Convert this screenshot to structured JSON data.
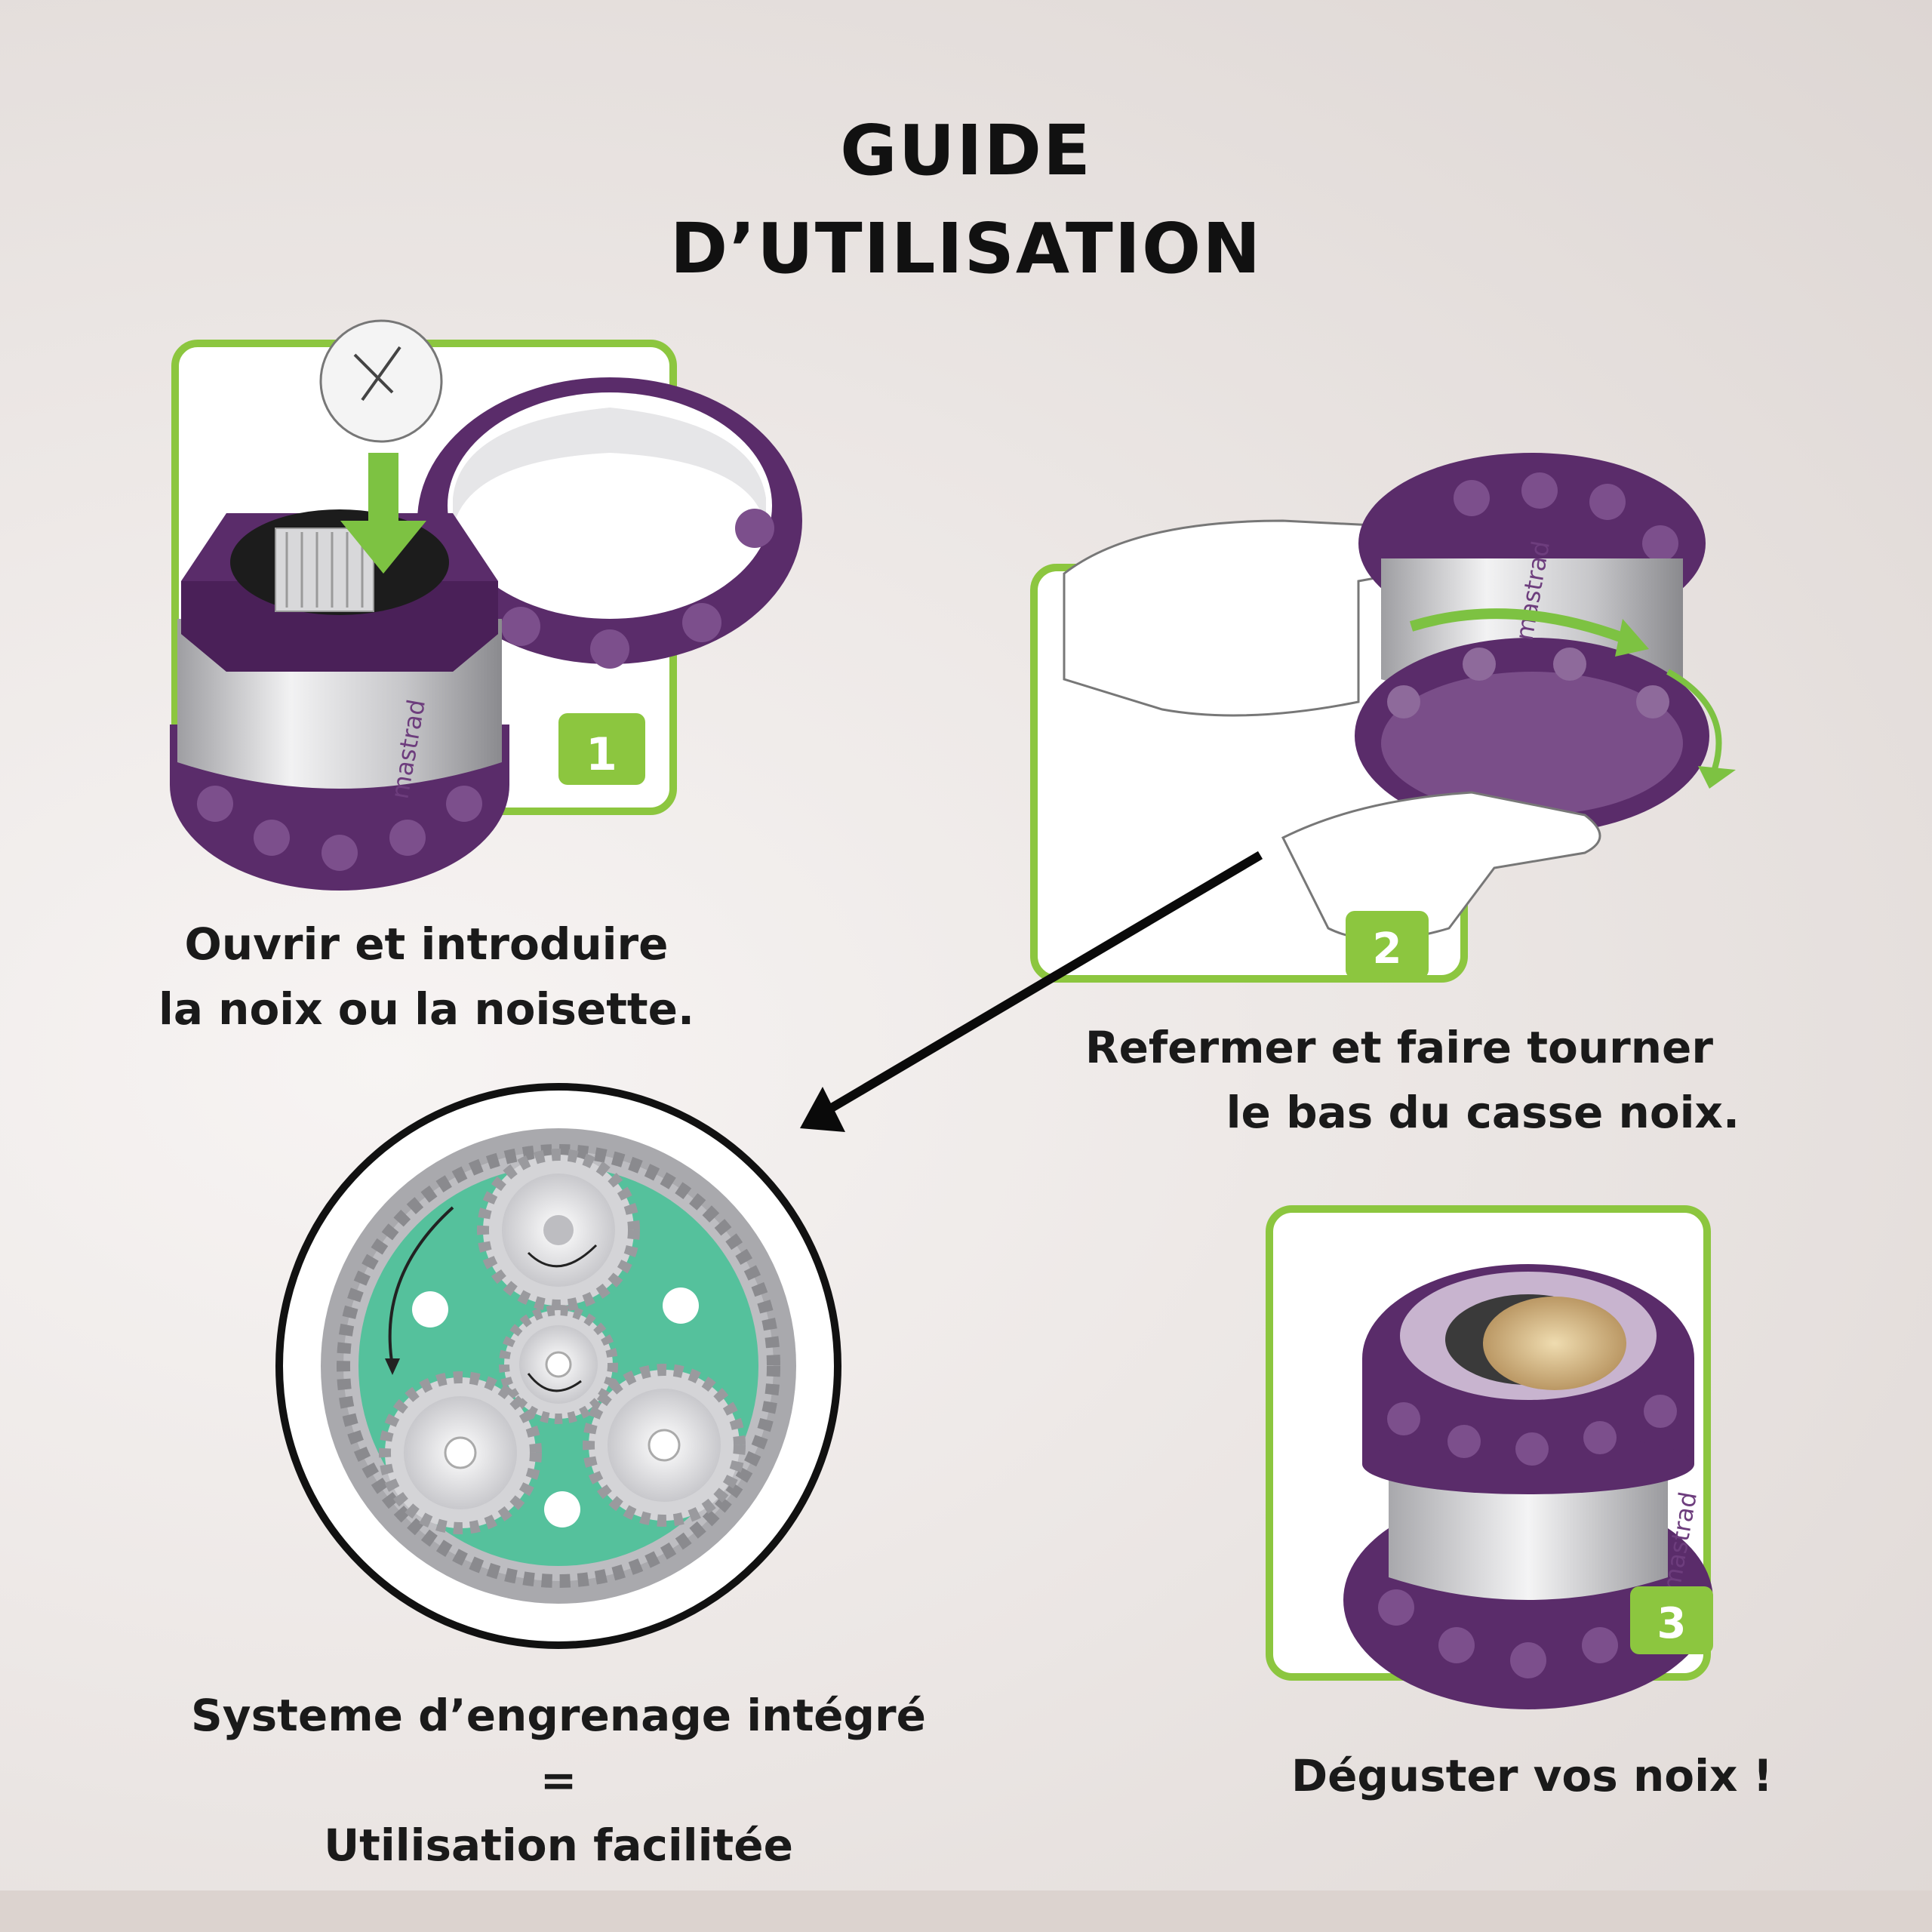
{
  "title": {
    "line1": "GUIDE",
    "line2": "D’UTILISATION"
  },
  "steps": [
    {
      "number": "1",
      "caption_lines": [
        "Ouvrir et introduire",
        "la noix ou la noisette."
      ]
    },
    {
      "number": "2",
      "caption_lines": [
        "Refermer et faire tourner",
        "le bas du casse noix."
      ]
    },
    {
      "number": "3",
      "caption_lines": [
        "Déguster vos noix !"
      ]
    }
  ],
  "gear_system": {
    "caption_lines": [
      "Systeme d’engrenage intégré",
      "=",
      "Utilisation facilitée"
    ]
  },
  "brand": {
    "logo_text": "mastrad"
  },
  "colors": {
    "purple": "#5a2c6a",
    "purple_light": "#7c4f8c",
    "green": "#8cc63f",
    "gear_green": "#55c19c",
    "steel": "#c9c9cb"
  }
}
